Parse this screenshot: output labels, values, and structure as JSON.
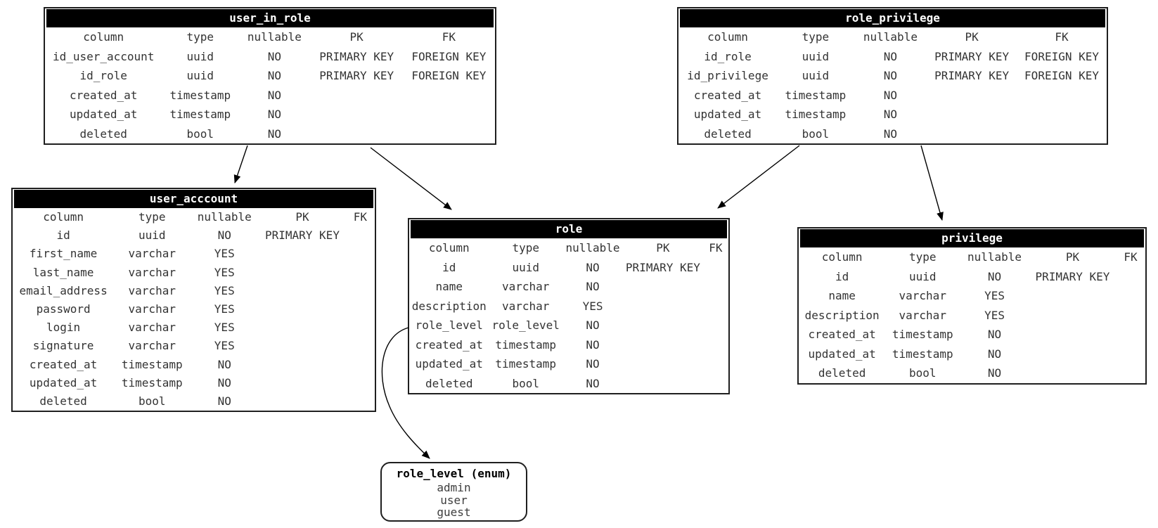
{
  "diagram": {
    "colors": {
      "header_bg": "#000000",
      "header_text": "#ffffff",
      "body_text": "#333333",
      "border": "#1f1f1f",
      "background": "#ffffff",
      "arrow": "#000000"
    },
    "tables": [
      {
        "id": "user_in_role",
        "title": "user_in_role",
        "headers": [
          "column",
          "type",
          "nullable",
          "PK",
          "FK"
        ],
        "rows": [
          [
            "id_user_account",
            "uuid",
            "NO",
            "PRIMARY KEY",
            "FOREIGN KEY"
          ],
          [
            "id_role",
            "uuid",
            "NO",
            "PRIMARY KEY",
            "FOREIGN KEY"
          ],
          [
            "created_at",
            "timestamp",
            "NO",
            "",
            ""
          ],
          [
            "updated_at",
            "timestamp",
            "NO",
            "",
            ""
          ],
          [
            "deleted",
            "bool",
            "NO",
            "",
            ""
          ]
        ]
      },
      {
        "id": "role_privilege",
        "title": "role_privilege",
        "headers": [
          "column",
          "type",
          "nullable",
          "PK",
          "FK"
        ],
        "rows": [
          [
            "id_role",
            "uuid",
            "NO",
            "PRIMARY KEY",
            "FOREIGN KEY"
          ],
          [
            "id_privilege",
            "uuid",
            "NO",
            "PRIMARY KEY",
            "FOREIGN KEY"
          ],
          [
            "created_at",
            "timestamp",
            "NO",
            "",
            ""
          ],
          [
            "updated_at",
            "timestamp",
            "NO",
            "",
            ""
          ],
          [
            "deleted",
            "bool",
            "NO",
            "",
            ""
          ]
        ]
      },
      {
        "id": "user_acccount",
        "title": "user_acccount",
        "headers": [
          "column",
          "type",
          "nullable",
          "PK",
          "FK"
        ],
        "rows": [
          [
            "id",
            "uuid",
            "NO",
            "PRIMARY KEY",
            ""
          ],
          [
            "first_name",
            "varchar",
            "YES",
            "",
            ""
          ],
          [
            "last_name",
            "varchar",
            "YES",
            "",
            ""
          ],
          [
            "email_address",
            "varchar",
            "YES",
            "",
            ""
          ],
          [
            "password",
            "varchar",
            "YES",
            "",
            ""
          ],
          [
            "login",
            "varchar",
            "YES",
            "",
            ""
          ],
          [
            "signature",
            "varchar",
            "YES",
            "",
            ""
          ],
          [
            "created_at",
            "timestamp",
            "NO",
            "",
            ""
          ],
          [
            "updated_at",
            "timestamp",
            "NO",
            "",
            ""
          ],
          [
            "deleted",
            "bool",
            "NO",
            "",
            ""
          ]
        ]
      },
      {
        "id": "role",
        "title": "role",
        "headers": [
          "column",
          "type",
          "nullable",
          "PK",
          "FK"
        ],
        "rows": [
          [
            "id",
            "uuid",
            "NO",
            "PRIMARY KEY",
            ""
          ],
          [
            "name",
            "varchar",
            "NO",
            "",
            ""
          ],
          [
            "description",
            "varchar",
            "YES",
            "",
            ""
          ],
          [
            "role_level",
            "role_level",
            "NO",
            "",
            ""
          ],
          [
            "created_at",
            "timestamp",
            "NO",
            "",
            ""
          ],
          [
            "updated_at",
            "timestamp",
            "NO",
            "",
            ""
          ],
          [
            "deleted",
            "bool",
            "NO",
            "",
            ""
          ]
        ]
      },
      {
        "id": "privilege",
        "title": "privilege",
        "headers": [
          "column",
          "type",
          "nullable",
          "PK",
          "FK"
        ],
        "rows": [
          [
            "id",
            "uuid",
            "NO",
            "PRIMARY KEY",
            ""
          ],
          [
            "name",
            "varchar",
            "YES",
            "",
            ""
          ],
          [
            "description",
            "varchar",
            "YES",
            "",
            ""
          ],
          [
            "created_at",
            "timestamp",
            "NO",
            "",
            ""
          ],
          [
            "updated_at",
            "timestamp",
            "NO",
            "",
            ""
          ],
          [
            "deleted",
            "bool",
            "NO",
            "",
            ""
          ]
        ]
      }
    ],
    "enums": [
      {
        "id": "role_level",
        "title": "role_level (enum)",
        "values": [
          "admin",
          "user",
          "guest"
        ]
      }
    ],
    "relationships": [
      {
        "from": "user_in_role.id_user_account",
        "to": "user_acccount"
      },
      {
        "from": "user_in_role.id_role",
        "to": "role"
      },
      {
        "from": "role_privilege.id_role",
        "to": "role"
      },
      {
        "from": "role_privilege.id_privilege",
        "to": "privilege"
      },
      {
        "from": "role.role_level",
        "to": "role_level (enum)"
      }
    ]
  }
}
